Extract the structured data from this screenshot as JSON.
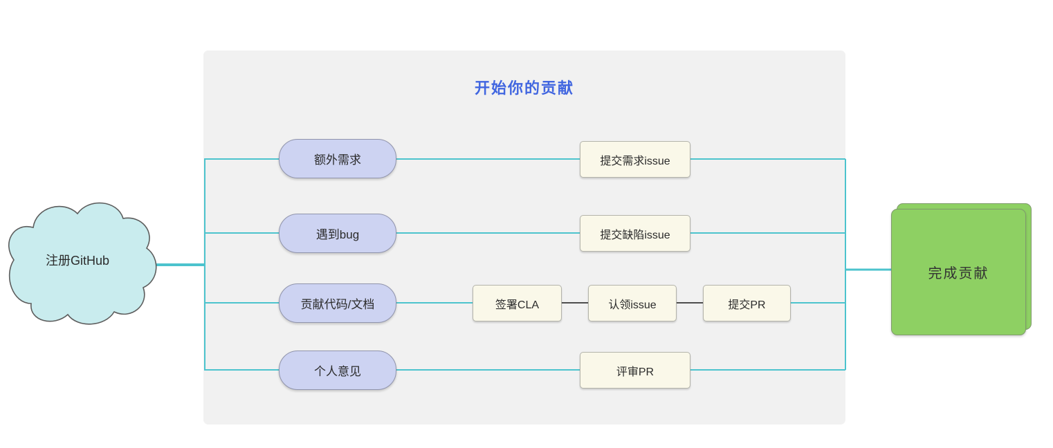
{
  "cloud": {
    "label": "注册GitHub"
  },
  "group": {
    "title": "开始你的贡献"
  },
  "rows": [
    {
      "entry": "额外需求",
      "steps": [
        "提交需求issue"
      ]
    },
    {
      "entry": "遇到bug",
      "steps": [
        "提交缺陷issue"
      ]
    },
    {
      "entry": "贡献代码/文档",
      "steps": [
        "签署CLA",
        "认领issue",
        "提交PR"
      ]
    },
    {
      "entry": "个人意见",
      "steps": [
        "评审PR"
      ]
    }
  ],
  "result": {
    "label": "完成贡献"
  },
  "colors": {
    "connector": "#4cc3cd",
    "connector_dark": "#4d4d4d",
    "title_text": "#4166e0",
    "cloud_fill": "#c9ecee",
    "entry_fill": "#cdd3f2",
    "step_fill": "#faf8e9",
    "result_fill": "#8ed063",
    "group_fill": "#f1f1f1"
  }
}
